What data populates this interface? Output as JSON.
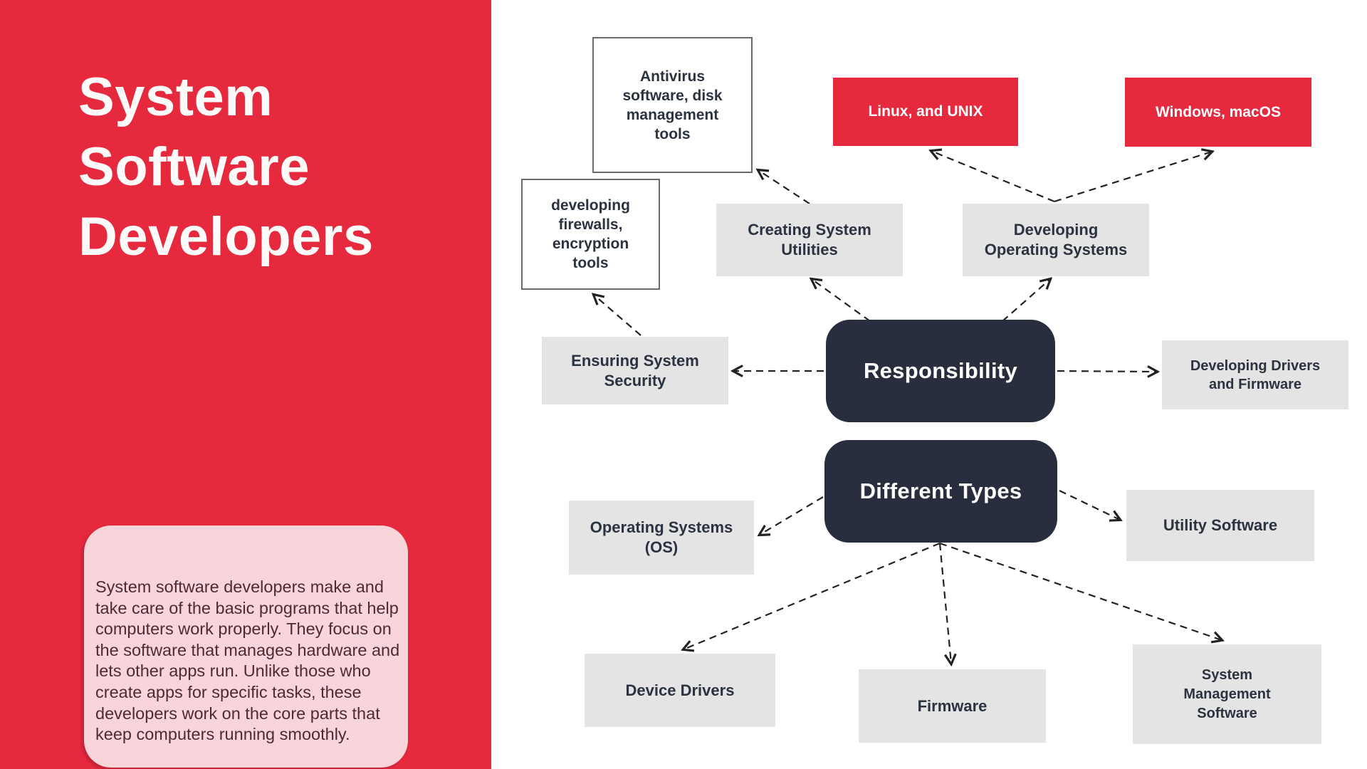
{
  "left_panel": {
    "title_lines": [
      "System",
      "Software",
      "Developers"
    ],
    "description": "System software developers make and take care of the basic programs that help computers work properly. They focus on the software that manages hardware and lets other apps run. Unlike those who create apps for specific tasks, these developers work on the core parts that keep computers running smoothly."
  },
  "diagram": {
    "hubs": {
      "responsibility": {
        "label": "Responsibility"
      },
      "different_types": {
        "label": "Different Types"
      }
    },
    "responsibilities": {
      "creating_system_utilities": {
        "label": "Creating System Utilities"
      },
      "developing_operating_systems": {
        "label": "Developing Operating Systems"
      },
      "ensuring_system_security": {
        "label": "Ensuring System Security"
      },
      "developing_drivers_and_firmware": {
        "label": "Developing Drivers and Firmware"
      }
    },
    "details": {
      "antivirus_tools": {
        "label": "Antivirus software, disk management tools"
      },
      "firewall_tools": {
        "label": "developing firewalls, encryption tools"
      },
      "linux_unix": {
        "label": "Linux, and UNIX"
      },
      "windows_macos": {
        "label": "Windows, macOS"
      }
    },
    "types": {
      "operating_systems": {
        "label": "Operating Systems (OS)"
      },
      "utility_software": {
        "label": "Utility Software"
      },
      "device_drivers": {
        "label": "Device Drivers"
      },
      "firmware": {
        "label": "Firmware"
      },
      "system_management_software": {
        "label": "System Management Software"
      }
    },
    "edges": [
      {
        "from": "creating_system_utilities",
        "to": "antivirus_tools"
      },
      {
        "from": "ensuring_system_security",
        "to": "firewall_tools"
      },
      {
        "from": "developing_operating_systems",
        "to": "linux_unix"
      },
      {
        "from": "developing_operating_systems",
        "to": "windows_macos"
      },
      {
        "from": "responsibility",
        "to": "creating_system_utilities"
      },
      {
        "from": "responsibility",
        "to": "developing_operating_systems"
      },
      {
        "from": "responsibility",
        "to": "ensuring_system_security"
      },
      {
        "from": "responsibility",
        "to": "developing_drivers_and_firmware"
      },
      {
        "from": "different_types",
        "to": "operating_systems"
      },
      {
        "from": "different_types",
        "to": "utility_software"
      },
      {
        "from": "different_types",
        "to": "device_drivers"
      },
      {
        "from": "different_types",
        "to": "firmware"
      },
      {
        "from": "different_types",
        "to": "system_management_software"
      }
    ]
  },
  "colors": {
    "red": "#e7293e",
    "dark_navy": "#282e3d",
    "gray_box": "#e4e4e4",
    "pink_panel": "#f8d4db",
    "paragraph_text": "#4e2936",
    "label_text": "#2b3240",
    "white": "#ffffff"
  }
}
